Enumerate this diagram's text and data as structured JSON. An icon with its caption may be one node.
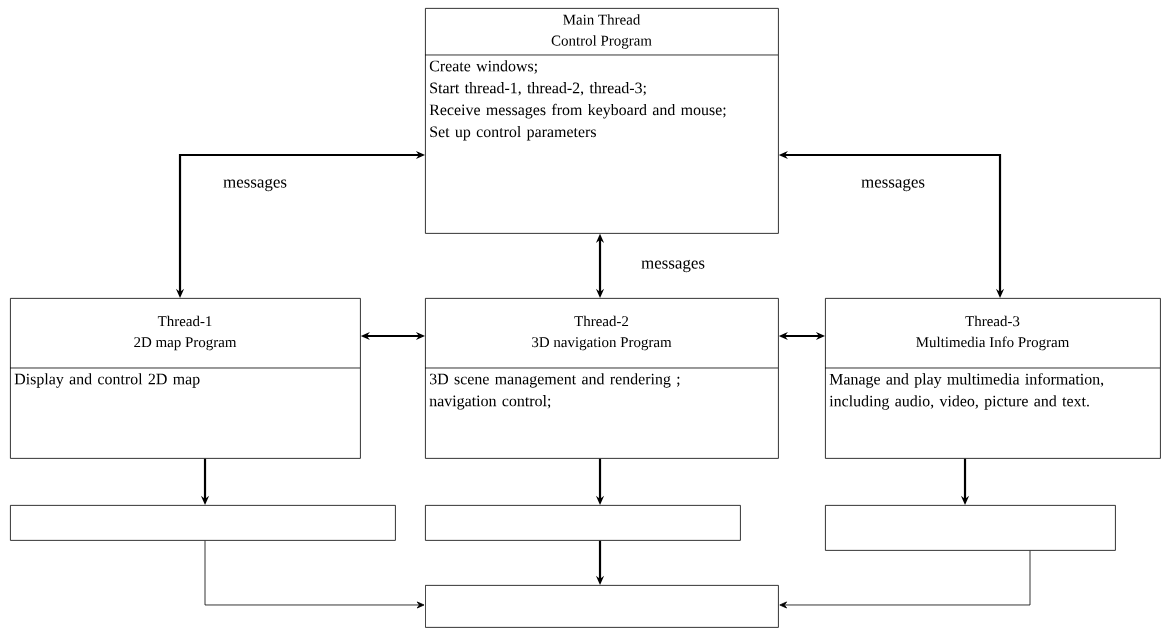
{
  "diagram": {
    "nodes": [
      {
        "text": [
          "Main Thread",
          "Control Program",
          "Create windows;",
          "Start thread-1, thread-2, thread-3;",
          "Receive messages from keyboard and mouse;",
          "Set up control parameters"
        ]
      },
      {
        "text": [
          "Thread-1",
          "2D map Program",
          "Display and control 2D map"
        ]
      },
      {
        "text": [
          "Thread-2",
          "3D navigation Program",
          "3D scene management and rendering ;",
          "navigation control;"
        ]
      },
      {
        "text": [
          "Thread-3",
          "Multimedia Info Program",
          "Manage and play multimedia information, including audio, video, picture and text."
        ]
      },
      {
        "text": [],
        "shape": "box"
      },
      {
        "text": [],
        "shape": "box"
      },
      {
        "text": [],
        "shape": "box"
      },
      {
        "text": [],
        "shape": "box"
      }
    ],
    "edges": [
      {
        "from": 0,
        "to": 1,
        "arrow": "both",
        "label": "messages"
      },
      {
        "from": 0,
        "to": 3,
        "arrow": "both",
        "label": "messages"
      },
      {
        "from": 0,
        "to": 2,
        "arrow": "both",
        "label": "messages"
      },
      {
        "from": 1,
        "to": 2,
        "arrow": "both"
      },
      {
        "from": 2,
        "to": 3,
        "arrow": "both"
      },
      {
        "from": 1,
        "to": 4,
        "arrow": "to"
      },
      {
        "from": 2,
        "to": 5,
        "arrow": "to"
      },
      {
        "from": 3,
        "to": 6,
        "arrow": "to"
      },
      {
        "from": 4,
        "to": 7,
        "arrow": "to"
      },
      {
        "from": 5,
        "to": 7,
        "arrow": "to"
      },
      {
        "from": 6,
        "to": 7,
        "arrow": "to"
      }
    ]
  }
}
